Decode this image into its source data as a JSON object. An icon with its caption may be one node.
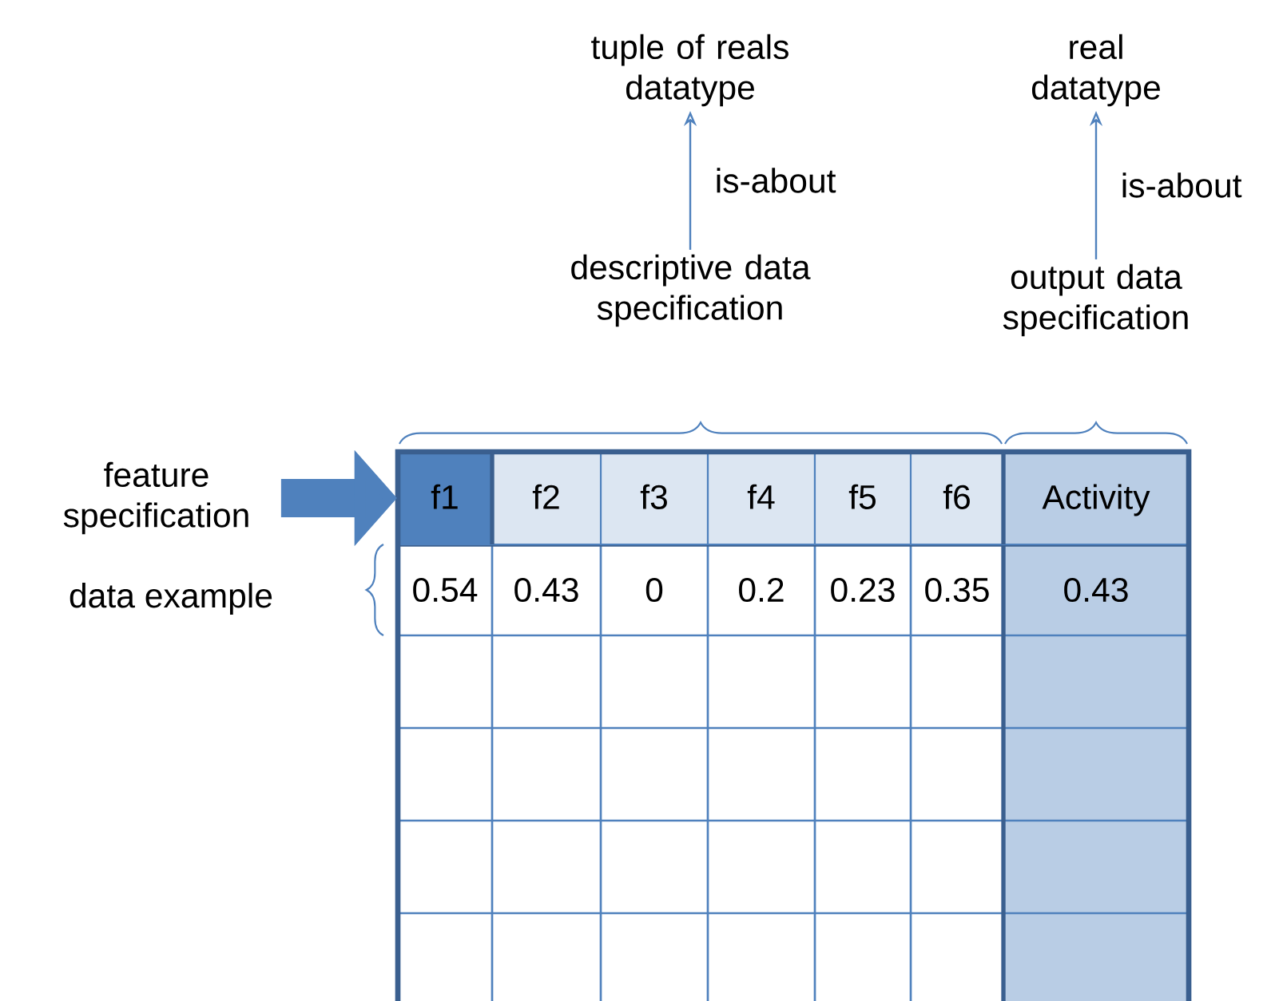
{
  "diagram": {
    "nodes": [
      {
        "text": [
          "tuple of reals datatype"
        ]
      },
      {
        "text": [
          "descriptive data specification"
        ]
      },
      {
        "text": [
          "real datatype"
        ]
      },
      {
        "text": [
          "output data specification"
        ]
      },
      {
        "text": [
          "feature specification"
        ]
      },
      {
        "text": [
          "f1"
        ]
      },
      {
        "text": [
          "f2"
        ]
      },
      {
        "text": [
          "f3"
        ]
      },
      {
        "text": [
          "f4"
        ]
      },
      {
        "text": [
          "f5"
        ]
      },
      {
        "text": [
          "f6"
        ]
      },
      {
        "text": [
          "Activity"
        ]
      }
    ],
    "edges": [
      {
        "from": 1,
        "to": 0,
        "arrow": "to",
        "label": "is-about"
      },
      {
        "from": 3,
        "to": 2,
        "arrow": "to",
        "label": "is-about"
      },
      {
        "from": 4,
        "to": 5,
        "arrow": "to",
        "style": "thick"
      }
    ],
    "labels": [
      "data example",
      "0.54",
      "0.43",
      "0",
      "0.2",
      "0.23",
      "0.35",
      "0.43"
    ]
  }
}
